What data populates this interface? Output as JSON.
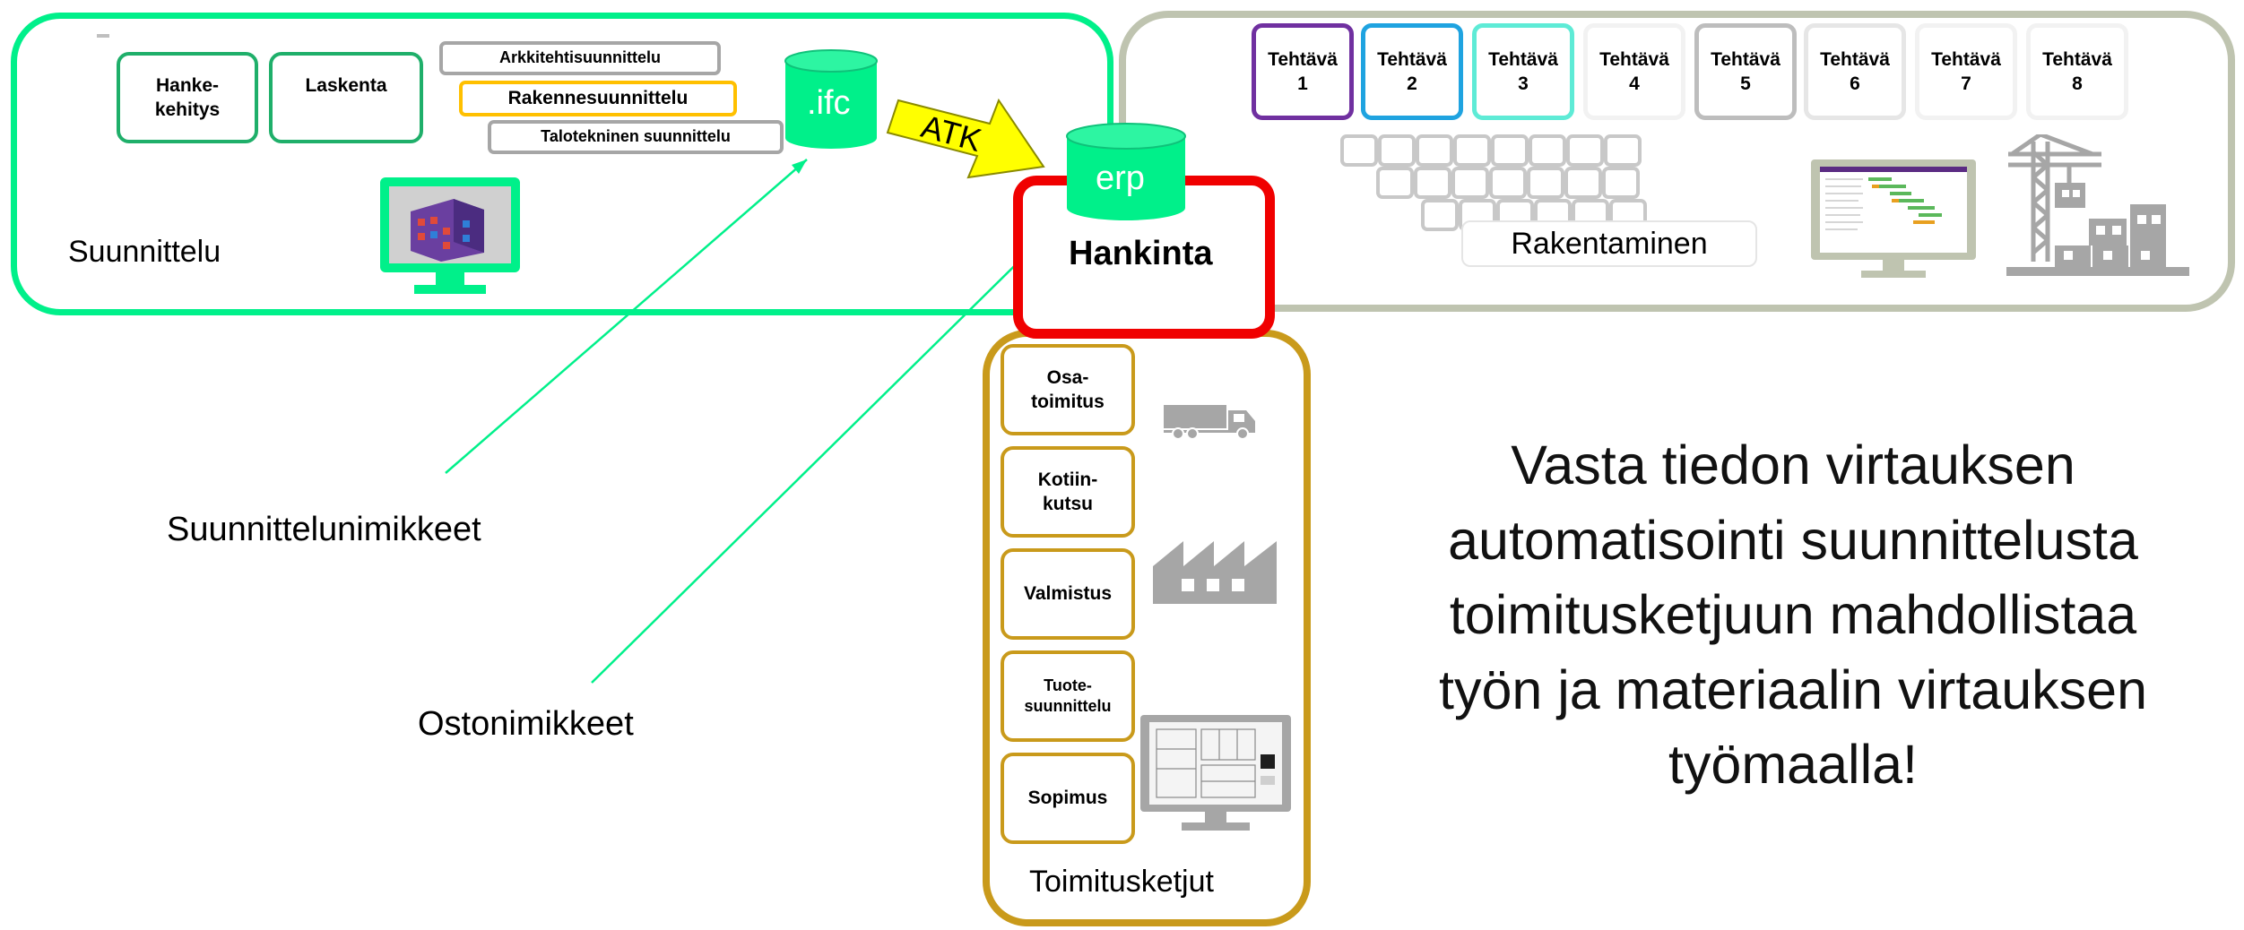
{
  "design": {
    "label": "Suunnittelu",
    "phases": [
      "Hanke-\nkehitys",
      "Laskenta"
    ],
    "disciplines": [
      "Arkkitehtisuunnittelu",
      "Rakennesuunnittelu",
      "Talotekninen suunnittelu"
    ],
    "ifc_label": ".ifc",
    "monitor_icon": "building-model-monitor-icon"
  },
  "transfer": {
    "arrow_label": "ATK",
    "erp_label": "erp"
  },
  "procurement": {
    "label": "Hankinta"
  },
  "construction": {
    "label": "Rakentaminen",
    "tasks": [
      {
        "label": "Tehtävä\n1",
        "color": "#7030A0"
      },
      {
        "label": "Tehtävä\n2",
        "color": "#1FA3E0"
      },
      {
        "label": "Tehtävä\n3",
        "color": "#5EEBD6"
      },
      {
        "label": "Tehtävä\n4",
        "color": "#F2F2F2"
      },
      {
        "label": "Tehtävä\n5",
        "color": "#BDBDBD"
      },
      {
        "label": "Tehtävä\n6",
        "color": "#E6E6E6"
      },
      {
        "label": "Tehtävä\n7",
        "color": "#F2F2F2"
      },
      {
        "label": "Tehtävä\n8",
        "color": "#F2F2F2"
      }
    ],
    "icons": [
      "element-grid-icon",
      "schedule-monitor-icon",
      "crane-icon"
    ]
  },
  "supply_chain": {
    "label": "Toimitusketjut",
    "steps": [
      "Osa-\ntoimitus",
      "Kotiin-\nkutsu",
      "Valmistus",
      "Tuote-\nsuunnittelu",
      "Sopimus"
    ],
    "icons": [
      "truck-icon",
      "factory-icon",
      "drawing-monitor-icon"
    ]
  },
  "annotations": {
    "design_items": "Suunnittelunimikkeet",
    "purchase_items": "Ostonimikkeet"
  },
  "message": "Vasta tiedon virtauksen\nautomatisointi suunnittelusta\ntoimitusketjuun mahdollistaa\ntyön ja materiaalin virtauksen\ntyömaalla!",
  "colors": {
    "design": "#00F08A",
    "design_box": "#1FAF6A",
    "construction": "#BFC4B0",
    "procurement": "#F00000",
    "supply": "#C99A1B",
    "architecture_box": "#A6A6A6",
    "structural_box": "#FFC000",
    "arrow": "#FFFF00"
  }
}
